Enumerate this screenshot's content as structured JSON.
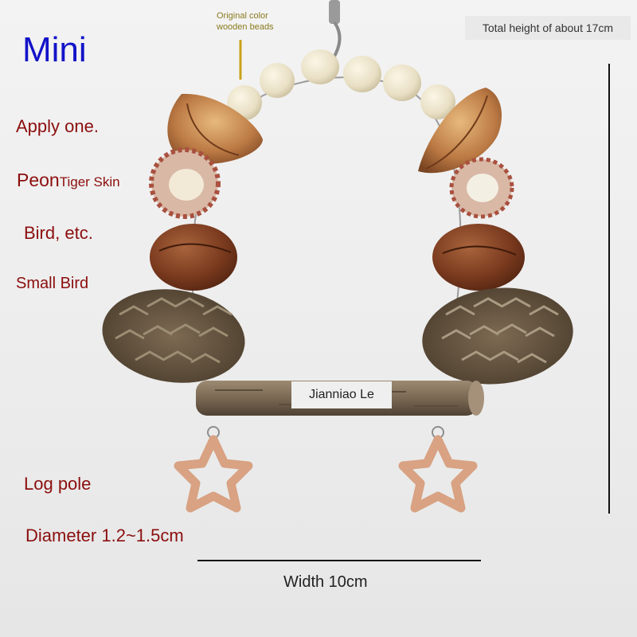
{
  "title": "Mini",
  "bead_note": {
    "line1": "Original color",
    "line2": "wooden beads"
  },
  "height_note": "Total height of about 17cm",
  "suitable_for": {
    "line1": "Apply one.",
    "line2a": "Peon",
    "line2b": "Tiger Skin",
    "line3": "Bird, etc.",
    "line4": "Small Bird"
  },
  "pole_tag": "Jianniao Le",
  "log_pole": {
    "label": "Log pole",
    "diameter": "Diameter 1.2~1.5cm"
  },
  "width_note": "Width 10cm",
  "colors": {
    "title": "#1313c9",
    "labels": "#8c0e0e",
    "bead_note": "#8a7a1e"
  }
}
